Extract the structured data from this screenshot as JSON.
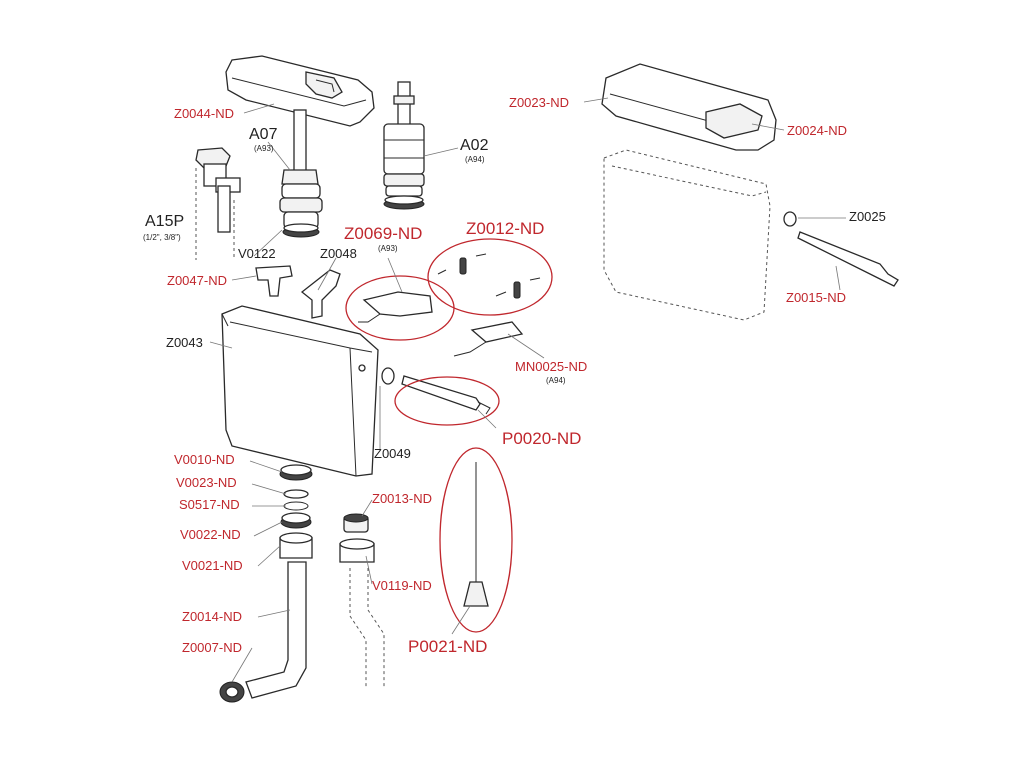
{
  "labels": {
    "z0044": "Z0044-ND",
    "a07": "A07",
    "a07_sub": "(A93)",
    "a02": "A02",
    "a02_sub": "(A94)",
    "a15p": "A15P",
    "a15p_sub": "(1/2\", 3/8\")",
    "v0122": "V0122",
    "z0069": "Z0069-ND",
    "z0069_sub": "(A93)",
    "z0012": "Z0012-ND",
    "z0047": "Z0047-ND",
    "z0048": "Z0048",
    "z0043": "Z0043",
    "mn0025": "MN0025-ND",
    "mn0025_sub": "(A94)",
    "p0020": "P0020-ND",
    "z0049": "Z0049",
    "v0010": "V0010-ND",
    "v0023": "V0023-ND",
    "s0517": "S0517-ND",
    "v0022": "V0022-ND",
    "v0021": "V0021-ND",
    "z0014": "Z0014-ND",
    "z0007": "Z0007-ND",
    "z0013": "Z0013-ND",
    "v0119": "V0119-ND",
    "p0021": "P0021-ND",
    "z0023": "Z0023-ND",
    "z0024": "Z0024-ND",
    "z0025": "Z0025",
    "z0015": "Z0015-ND"
  },
  "colors": {
    "part_code": "#c0272d",
    "catalog_code": "#222222",
    "line": "#2a2a2a"
  }
}
